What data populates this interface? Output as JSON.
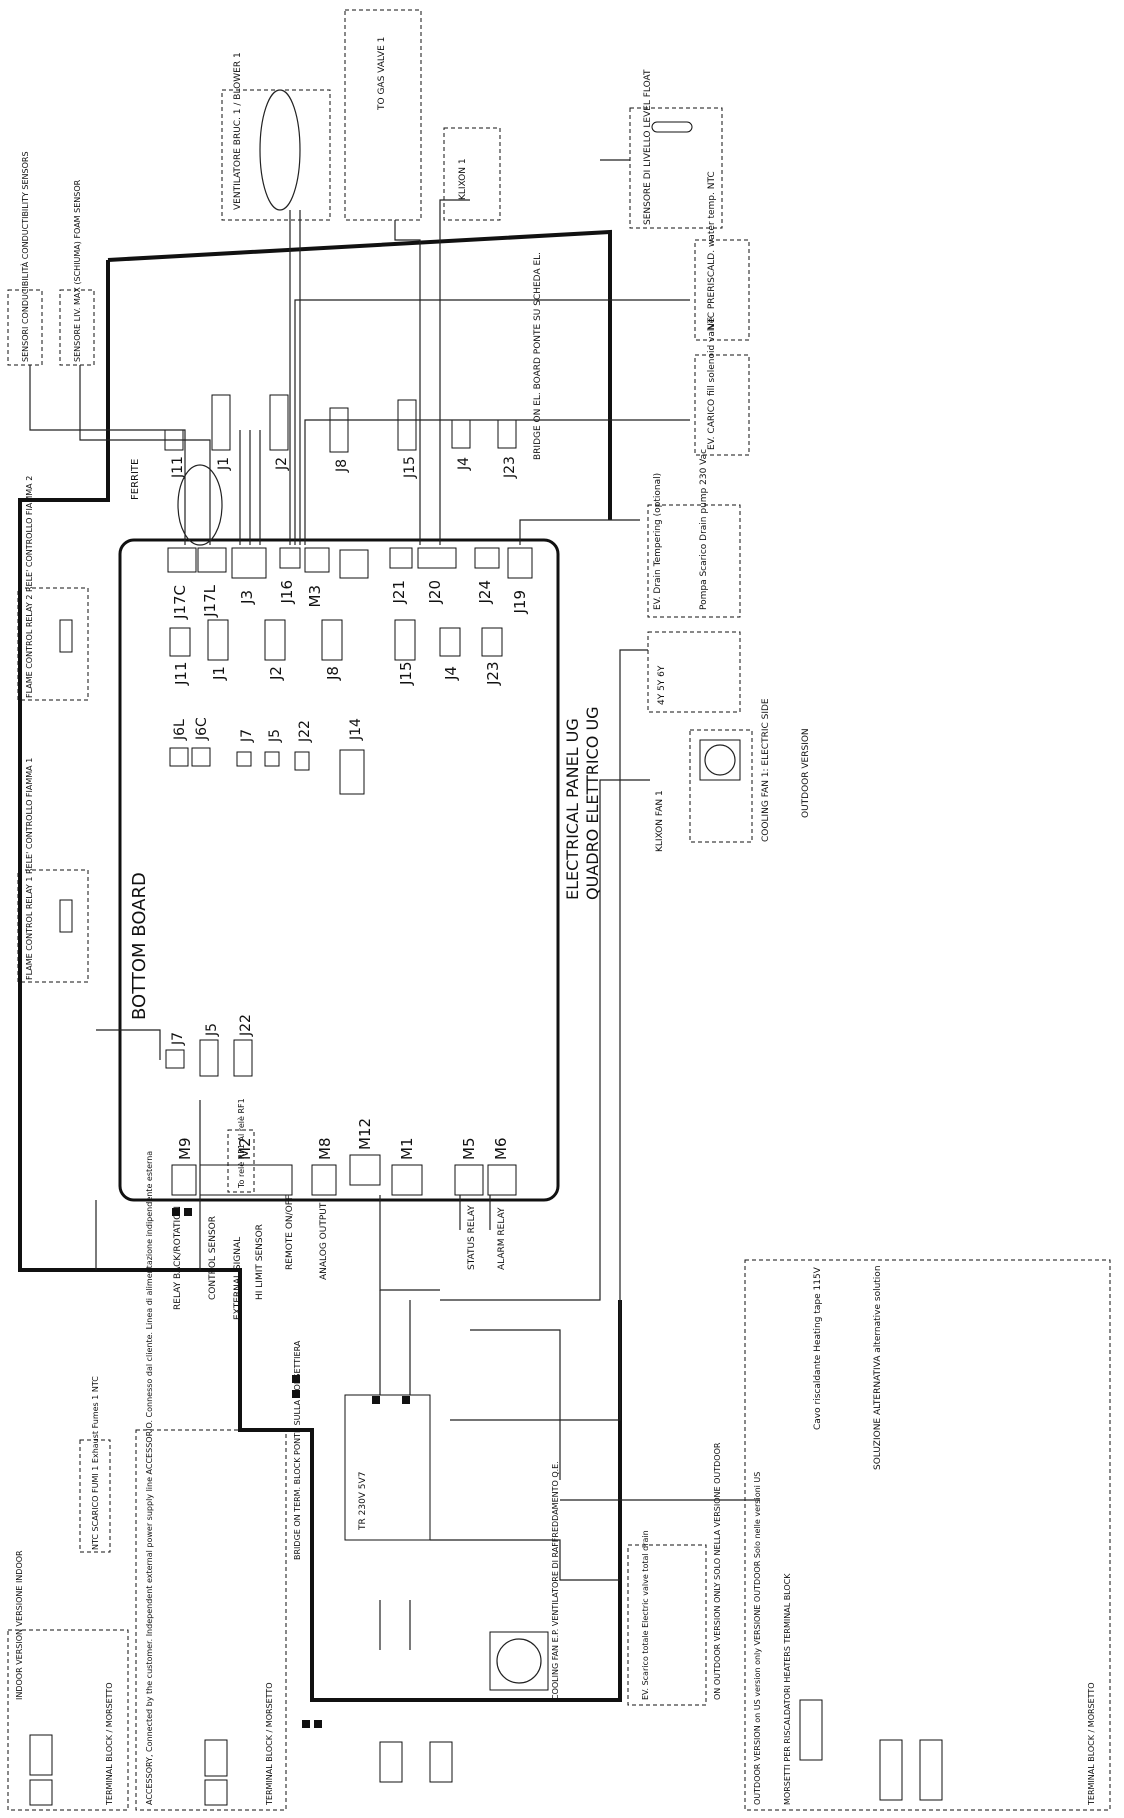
{
  "board": {
    "title": "BOTTOM BOARD",
    "panel_line1": "ELECTRICAL PANEL UG",
    "panel_line2": "QUADRO ELETTRICO UG",
    "bottom_connectors": [
      "M9",
      "M2",
      "M8",
      "M12",
      "M1",
      "M5",
      "M6"
    ],
    "top_connectors": [
      "J17C",
      "J17L",
      "J3",
      "J16",
      "M3",
      "J21",
      "J20",
      "J24",
      "J19"
    ],
    "row2_connectors": [
      "J11",
      "J1",
      "J2",
      "J8",
      "J15",
      "J4",
      "J23"
    ],
    "row3_connectors": [
      "J6L",
      "J6C",
      "J7",
      "J5",
      "J22",
      "J14"
    ]
  },
  "outer_connectors": [
    "J11",
    "J1",
    "J2",
    "J8",
    "J15",
    "J4",
    "J23"
  ],
  "left_connectors": [
    "J7",
    "J5",
    "J22"
  ],
  "components": {
    "blower": "VENTILATORE BRUC. 1 / BLOWER 1",
    "gas_valve": "TO GAS VALVE 1",
    "klixon1": "KLIXON 1",
    "level_sensor": "SENSORE DI LIVELLO LEVEL FLOAT",
    "ntc_preheat": "NTC PRERISCALD. water temp. NTC",
    "fill_valve": "EV. CARICO fill solenoid valve",
    "conductivity": "SENSORI CONDUCIBILITÀ CONDUCTIBILITY SENSORS",
    "foam": "SENSORE LIV. MAX (SCHIUMA) FOAM SENSOR",
    "bridge_el_board": "BRIDGE ON EL. BOARD PONTE SU SCHEDA EL.",
    "ferrite": "FERRITE",
    "drain_tempering": "EV. Drain Tempering (optional)",
    "drain_pump": "Pompa Scarico Drain pump 230 Vac",
    "blower_fans": "4Y 5Y 6Y",
    "cooling_fan1": "COOLING FAN 1: ELECTRIC SIDE",
    "outdoor_version": "OUTDOOR VERSION",
    "klixon_fan1": "KLIXON FAN 1",
    "relay1": "FLAME CONTROL RELAY 1 RELE' CONTROLLO FIAMMA 1",
    "relay2": "FLAME CONTROL RELAY 2 RELE' CONTROLLO FIAMMA 2",
    "ntc_exhaust": "NTC SCARICO FUMI 1 Exhaust Fumes 1 NTC",
    "to_relay": "To relè RF1 Al relè RF1",
    "bridge_terminal": "BRIDGE ON TERM. BLOCK PONTE SULLA MORSETTIERA",
    "transformer": "TR 230V 5V7",
    "cooling_fan_ep": "COOLING FAN E.P. VENTILATORE DI RAFFREDDAMENTO Q.E.",
    "ev_drain_outdoor": "EV. Scarico totale Electric valve total drain",
    "only_outdoor": "ON OUTDOOR VERSION ONLY SOLO NELLA VERSIONE OUTDOOR",
    "indoor_version": "INDOOR VERSION VERSIONE INDOOR",
    "terminal_block": "TERMINAL BLOCK / MORSETTO",
    "heaters_block": "MORSETTI PER RISCALDATORI HEATERS TERMINAL BLOCK",
    "alt_solution": "SOLUZIONE ALTERNATIVA alternative solution",
    "heating_tape": "Cavo riscaldante Heating tape 115V",
    "outdoor_us": "OUTDOOR VERSION on US version only VERSIONE OUTDOOR Solo nelle versioni US",
    "accessory": "ACCESSORY, Connected by the customer. Independent external power supply line ACCESSORIO. Connesso dal cliente. Linea di alimentazione indipendente esterna"
  },
  "signals": [
    "RELAY BACK/ROTATION",
    "CONTROL SENSOR",
    "EXTERNAL SIGNAL",
    "HI LIMIT SENSOR",
    "REMOTE ON/OFF",
    "ANALOG OUTPUT",
    "STATUS RELAY",
    "ALARM RELAY"
  ]
}
